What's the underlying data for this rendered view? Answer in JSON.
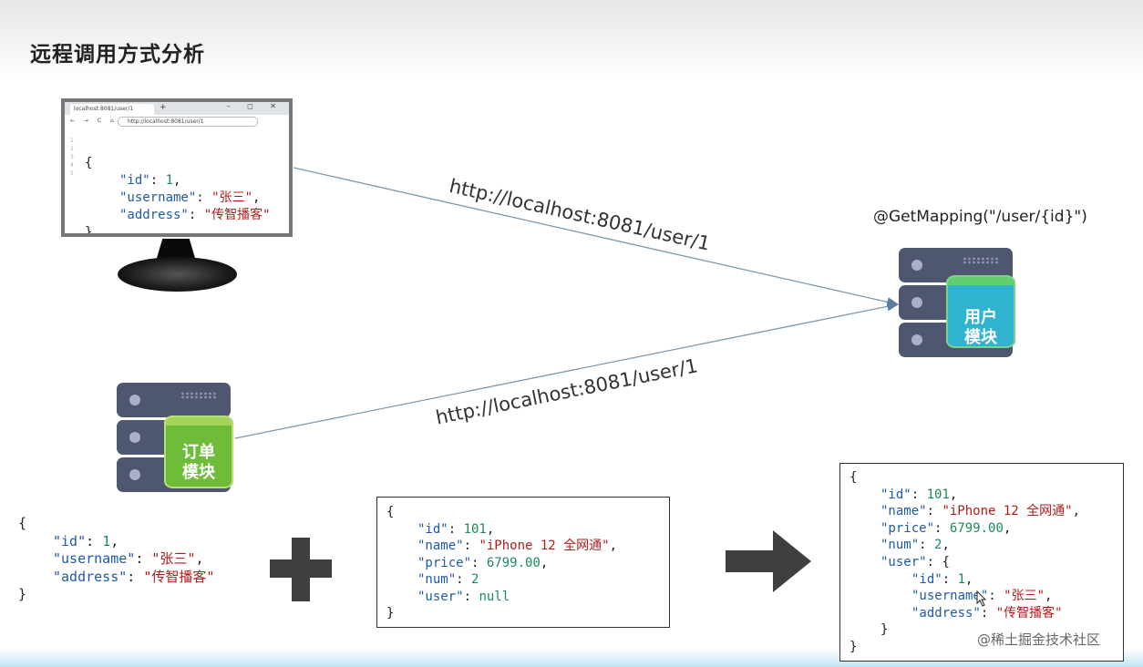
{
  "slide": {
    "title": "远程调用方式分析",
    "mapping_label": "@GetMapping(\"/user/{id}\")",
    "arrow_labels": [
      "http://localhost:8081/user/1",
      "http://localhost:8081/user/1"
    ],
    "watermark": "@稀土掘金技术社区"
  },
  "browser": {
    "tab_title": "localhost:8081/user/1",
    "tab_new": "+",
    "window_controls": "–  ◻  ✕",
    "nav_icons": "← → C ⌂",
    "url": "http://localhost:8081/user/1",
    "line_numbers": "1\n2\n3\n4\n5",
    "json": [
      {
        "t": "{",
        "i": 0
      },
      {
        "k": "\"id\"",
        "v": "1",
        "vt": "n",
        "c": ",",
        "i": 1
      },
      {
        "k": "\"username\"",
        "v": "\"张三\"",
        "vt": "s",
        "c": ",",
        "i": 1
      },
      {
        "k": "\"address\"",
        "v": "\"传智播客\"",
        "vt": "s",
        "c": "",
        "i": 1
      },
      {
        "t": "}",
        "i": 0
      }
    ]
  },
  "modules": {
    "user": "用户\n模块",
    "order": "订单\n模块"
  },
  "user_json": [
    {
      "t": "{",
      "i": 0
    },
    {
      "k": "\"id\"",
      "v": "1",
      "vt": "n",
      "c": ",",
      "i": 1
    },
    {
      "k": "\"username\"",
      "v": "\"张三\"",
      "vt": "s",
      "c": ",",
      "i": 1
    },
    {
      "k": "\"address\"",
      "v": "\"传智播客\"",
      "vt": "s",
      "c": "",
      "i": 1
    },
    {
      "t": "}",
      "i": 0
    }
  ],
  "order_json": [
    {
      "t": "{",
      "i": 0
    },
    {
      "k": "\"id\"",
      "v": "101",
      "vt": "n",
      "c": ",",
      "i": 1
    },
    {
      "k": "\"name\"",
      "v": "\"iPhone 12 全网通\"",
      "vt": "s",
      "c": ",",
      "i": 1
    },
    {
      "k": "\"price\"",
      "v": "6799.00",
      "vt": "n",
      "c": ",",
      "i": 1
    },
    {
      "k": "\"num\"",
      "v": "2",
      "vt": "n",
      "c": "",
      "i": 1
    },
    {
      "k": "\"user\"",
      "v": "null",
      "vt": "n",
      "c": "",
      "i": 1
    },
    {
      "t": "}",
      "i": 0
    }
  ],
  "result_json": [
    {
      "t": "{",
      "i": 0
    },
    {
      "k": "\"id\"",
      "v": "101",
      "vt": "n",
      "c": ",",
      "i": 1
    },
    {
      "k": "\"name\"",
      "v": "\"iPhone 12 全网通\"",
      "vt": "s",
      "c": ",",
      "i": 1
    },
    {
      "k": "\"price\"",
      "v": "6799.00",
      "vt": "n",
      "c": ",",
      "i": 1
    },
    {
      "k": "\"num\"",
      "v": "2",
      "vt": "n",
      "c": ",",
      "i": 1
    },
    {
      "k": "\"user\"",
      "v": "{",
      "vt": "p",
      "c": "",
      "i": 1
    },
    {
      "k": "\"id\"",
      "v": "1",
      "vt": "n",
      "c": ",",
      "i": 2
    },
    {
      "k": "\"username\"",
      "v": "\"张三\"",
      "vt": "s",
      "c": ",",
      "i": 2
    },
    {
      "k": "\"address\"",
      "v": "\"传智播客\"",
      "vt": "s",
      "c": "",
      "i": 2
    },
    {
      "t": "}",
      "i": 1
    },
    {
      "t": "}",
      "i": 0
    }
  ],
  "colors": {
    "key": "#1f5aa6",
    "string": "#b01c1c",
    "number": "#1b8a5a",
    "arrow": "#6f8fa8",
    "server": "#4f5670"
  }
}
